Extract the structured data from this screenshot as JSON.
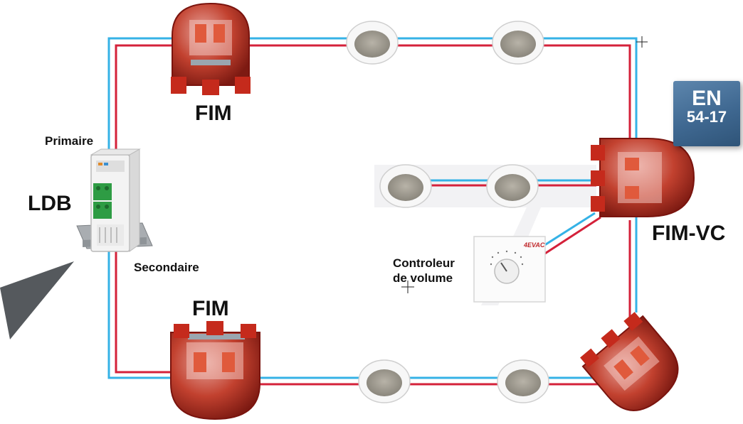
{
  "labels": {
    "fim_top": "FIM",
    "fim_bottom": "FIM",
    "fim_vc": "FIM-VC",
    "ldb": "LDB",
    "primaire": "Primaire",
    "secondaire": "Secondaire",
    "controleur_line1": "Controleur",
    "controleur_line2": "de volume"
  },
  "badge": {
    "line1": "EN",
    "line2": "54-17"
  },
  "volume_controller": {
    "brand": "4EVAC"
  },
  "colors": {
    "wire_blue": "#35b2e6",
    "wire_red": "#d4213a",
    "fim_body": "#b3291f",
    "badge_blue": "#4a739c",
    "terminal_green": "#2e9c44"
  }
}
